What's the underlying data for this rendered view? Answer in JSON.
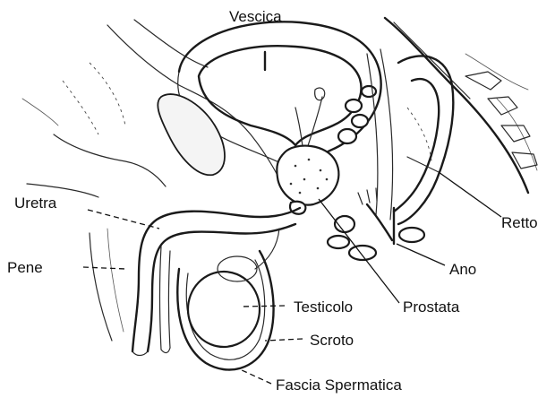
{
  "diagram": {
    "labels": {
      "vescica": "Vescica",
      "uretra": "Uretra",
      "pene": "Pene",
      "retto": "Retto",
      "ano": "Ano",
      "testicolo": "Testicolo",
      "prostata": "Prostata",
      "scroto": "Scroto",
      "fascia_spermatica": "Fascia Spermatica"
    },
    "colors": {
      "ink": "#1a1a1a",
      "background": "#ffffff"
    }
  }
}
